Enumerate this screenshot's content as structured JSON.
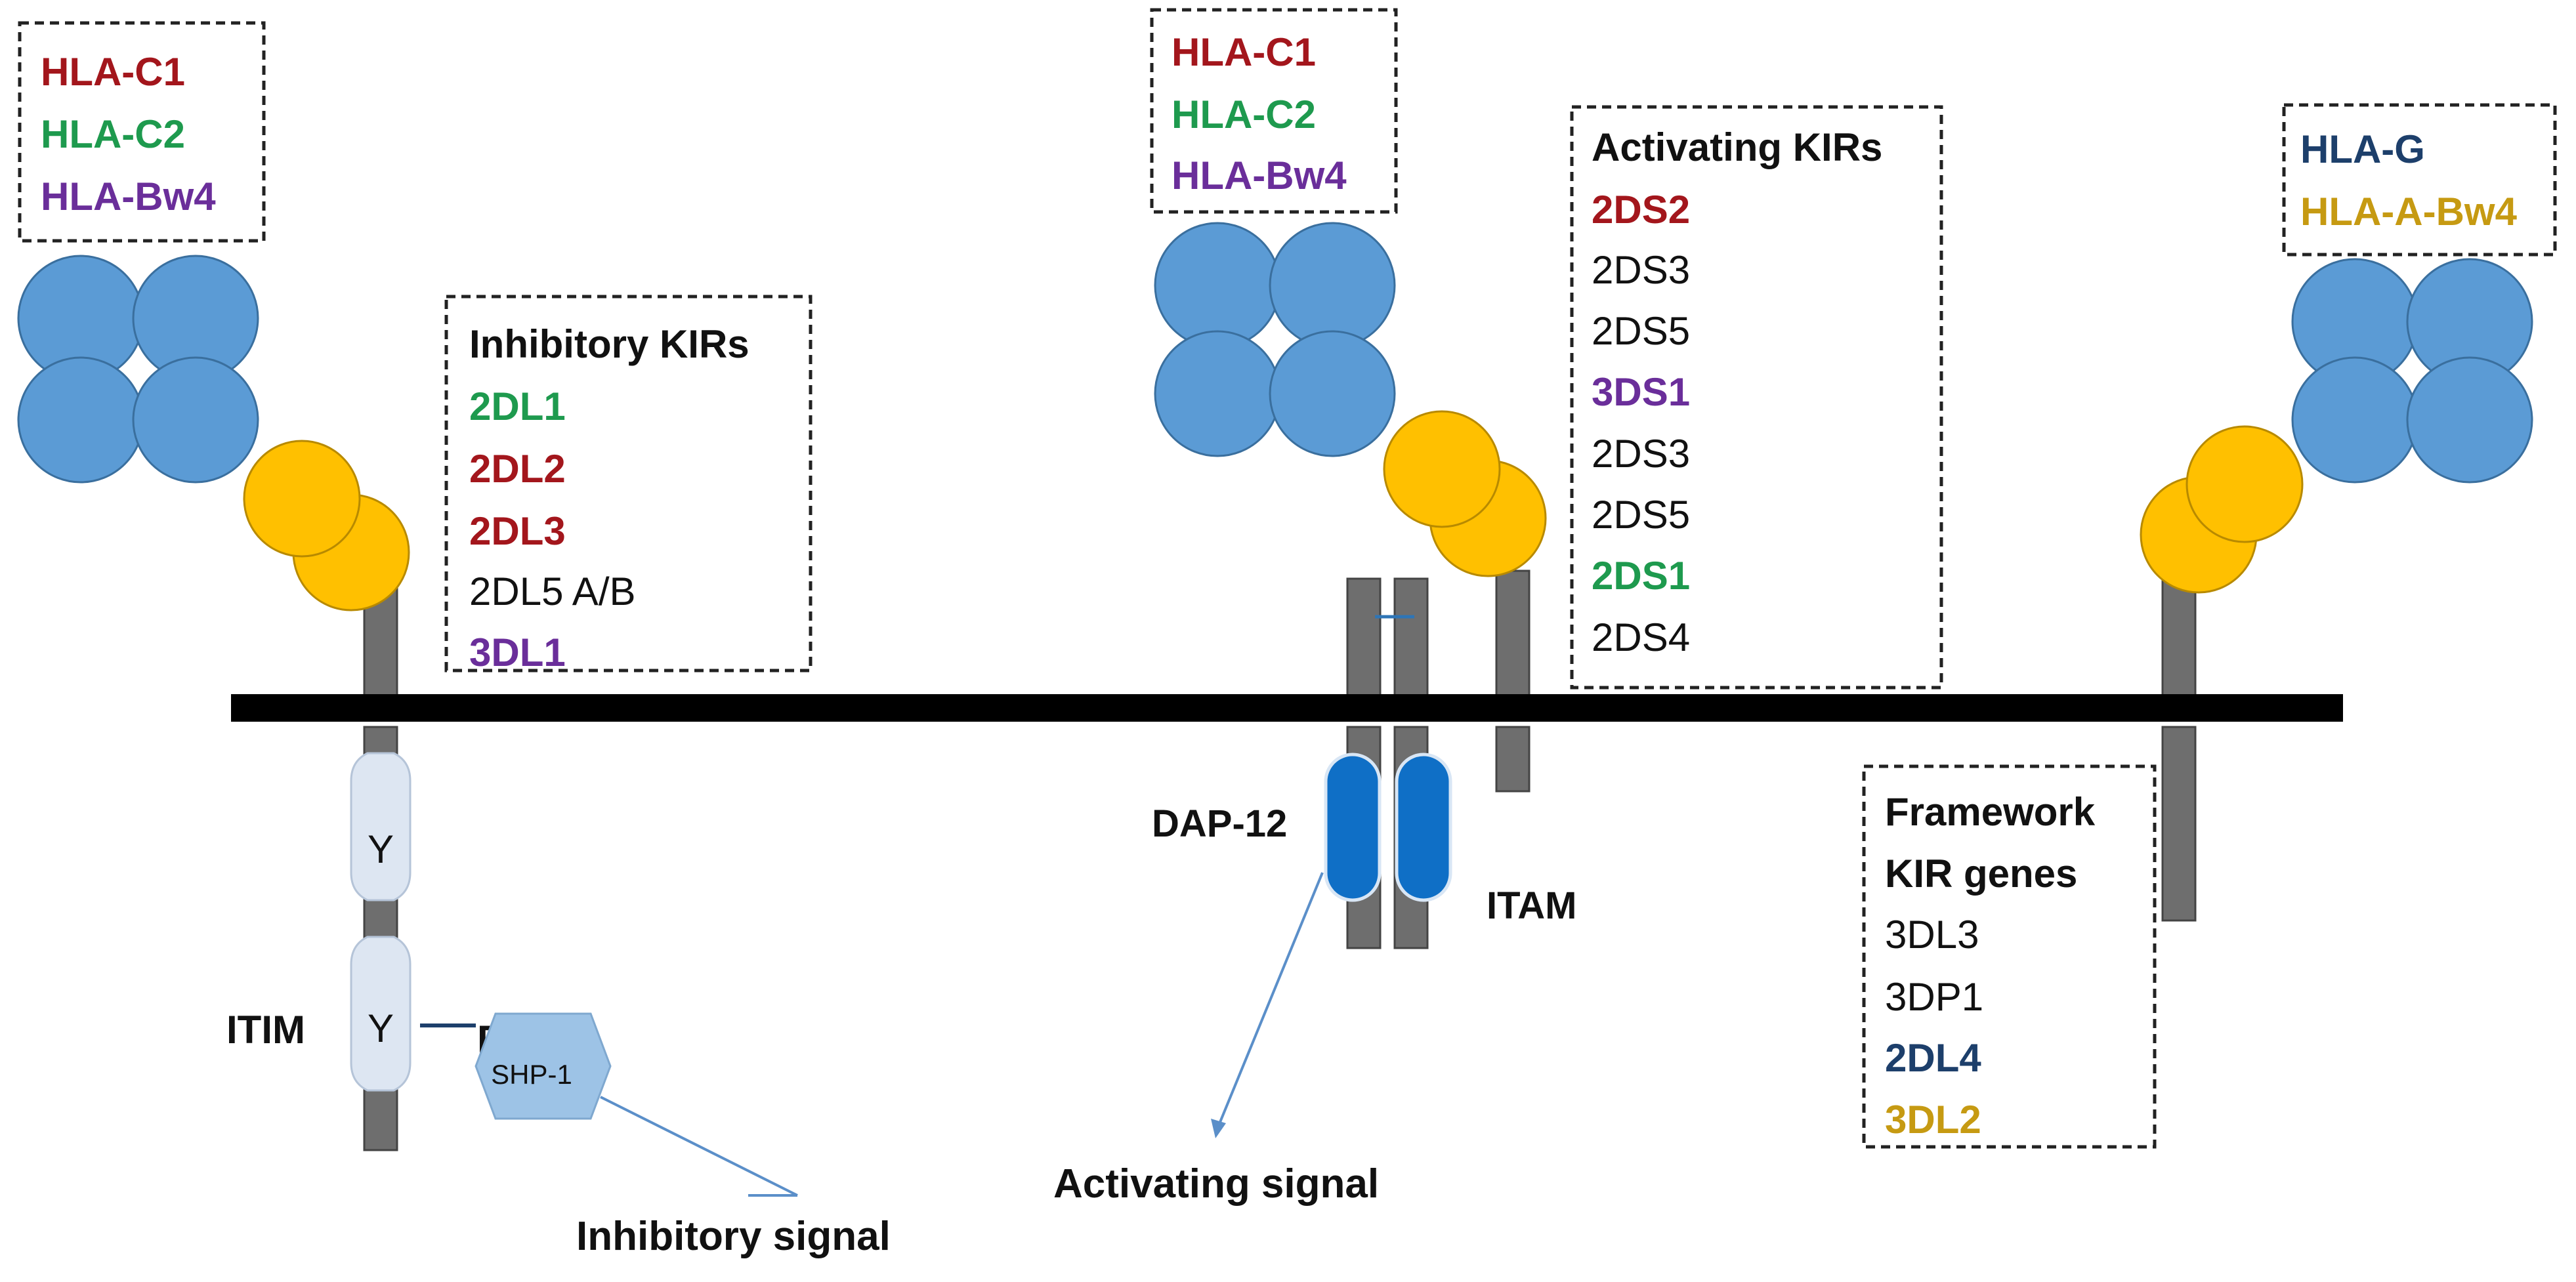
{
  "colors": {
    "hla_c1": "#a3161c",
    "hla_c2": "#1e9a4e",
    "hla_bw4": "#6a2e9a",
    "hla_g": "#1d3f6b",
    "hla_a_bw4": "#c69a12",
    "black": "#111111",
    "mhc_fill": "#5b9bd5",
    "kir_fill": "#ffc000",
    "membrane": "#000000",
    "stalk": "#6e6e6e",
    "dap12": "#0f6fc6",
    "itim_domain": "#dde6f2",
    "shp1": "#9dc3e6",
    "arrow": "#5b8fc9"
  },
  "left_ligands": {
    "items": [
      {
        "text": "HLA-C1",
        "color": "#a3161c"
      },
      {
        "text": "HLA-C2",
        "color": "#1e9a4e"
      },
      {
        "text": "HLA-Bw4",
        "color": "#6a2e9a"
      }
    ]
  },
  "middle_ligands": {
    "items": [
      {
        "text": "HLA-C1",
        "color": "#a3161c"
      },
      {
        "text": "HLA-C2",
        "color": "#1e9a4e"
      },
      {
        "text": "HLA-Bw4",
        "color": "#6a2e9a"
      }
    ]
  },
  "right_ligands": {
    "items": [
      {
        "text": "HLA-G",
        "color": "#1d3f6b"
      },
      {
        "text": "HLA-A-Bw4",
        "color": "#c69a12"
      }
    ]
  },
  "inhibitory": {
    "title": "Inhibitory KIRs",
    "items": [
      {
        "text": "2DL1",
        "color": "#1e9a4e",
        "bold": true
      },
      {
        "text": "2DL2",
        "color": "#a3161c",
        "bold": true
      },
      {
        "text": "2DL3",
        "color": "#a3161c",
        "bold": true
      },
      {
        "text": "2DL5 A/B",
        "color": "#111111",
        "bold": false
      },
      {
        "text": "3DL1",
        "color": "#6a2e9a",
        "bold": true
      }
    ]
  },
  "activating": {
    "title": "Activating KIRs",
    "items": [
      {
        "text": "2DS2",
        "color": "#a3161c",
        "bold": true
      },
      {
        "text": "2DS3",
        "color": "#111111",
        "bold": false
      },
      {
        "text": "2DS5",
        "color": "#111111",
        "bold": false
      },
      {
        "text": "3DS1",
        "color": "#6a2e9a",
        "bold": true
      },
      {
        "text": "2DS3",
        "color": "#111111",
        "bold": false
      },
      {
        "text": "2DS5",
        "color": "#111111",
        "bold": false
      },
      {
        "text": "2DS1",
        "color": "#1e9a4e",
        "bold": true
      },
      {
        "text": "2DS4",
        "color": "#111111",
        "bold": false
      }
    ]
  },
  "framework": {
    "title_line1": "Framework",
    "title_line2": "KIR genes",
    "items": [
      {
        "text": "3DL3",
        "color": "#111111",
        "bold": false
      },
      {
        "text": "3DP1",
        "color": "#111111",
        "bold": false
      },
      {
        "text": "2DL4",
        "color": "#1d3f6b",
        "bold": true
      },
      {
        "text": "3DL2",
        "color": "#c69a12",
        "bold": true
      }
    ]
  },
  "signaling": {
    "itim": "ITIM",
    "y_upper": "Y",
    "y_lower": "Y",
    "phospho": "P",
    "shp1": "SHP-1",
    "inhibitory_signal": "Inhibitory signal",
    "dap12": "DAP-12",
    "itam": "ITAM",
    "activating_signal": "Activating signal"
  }
}
